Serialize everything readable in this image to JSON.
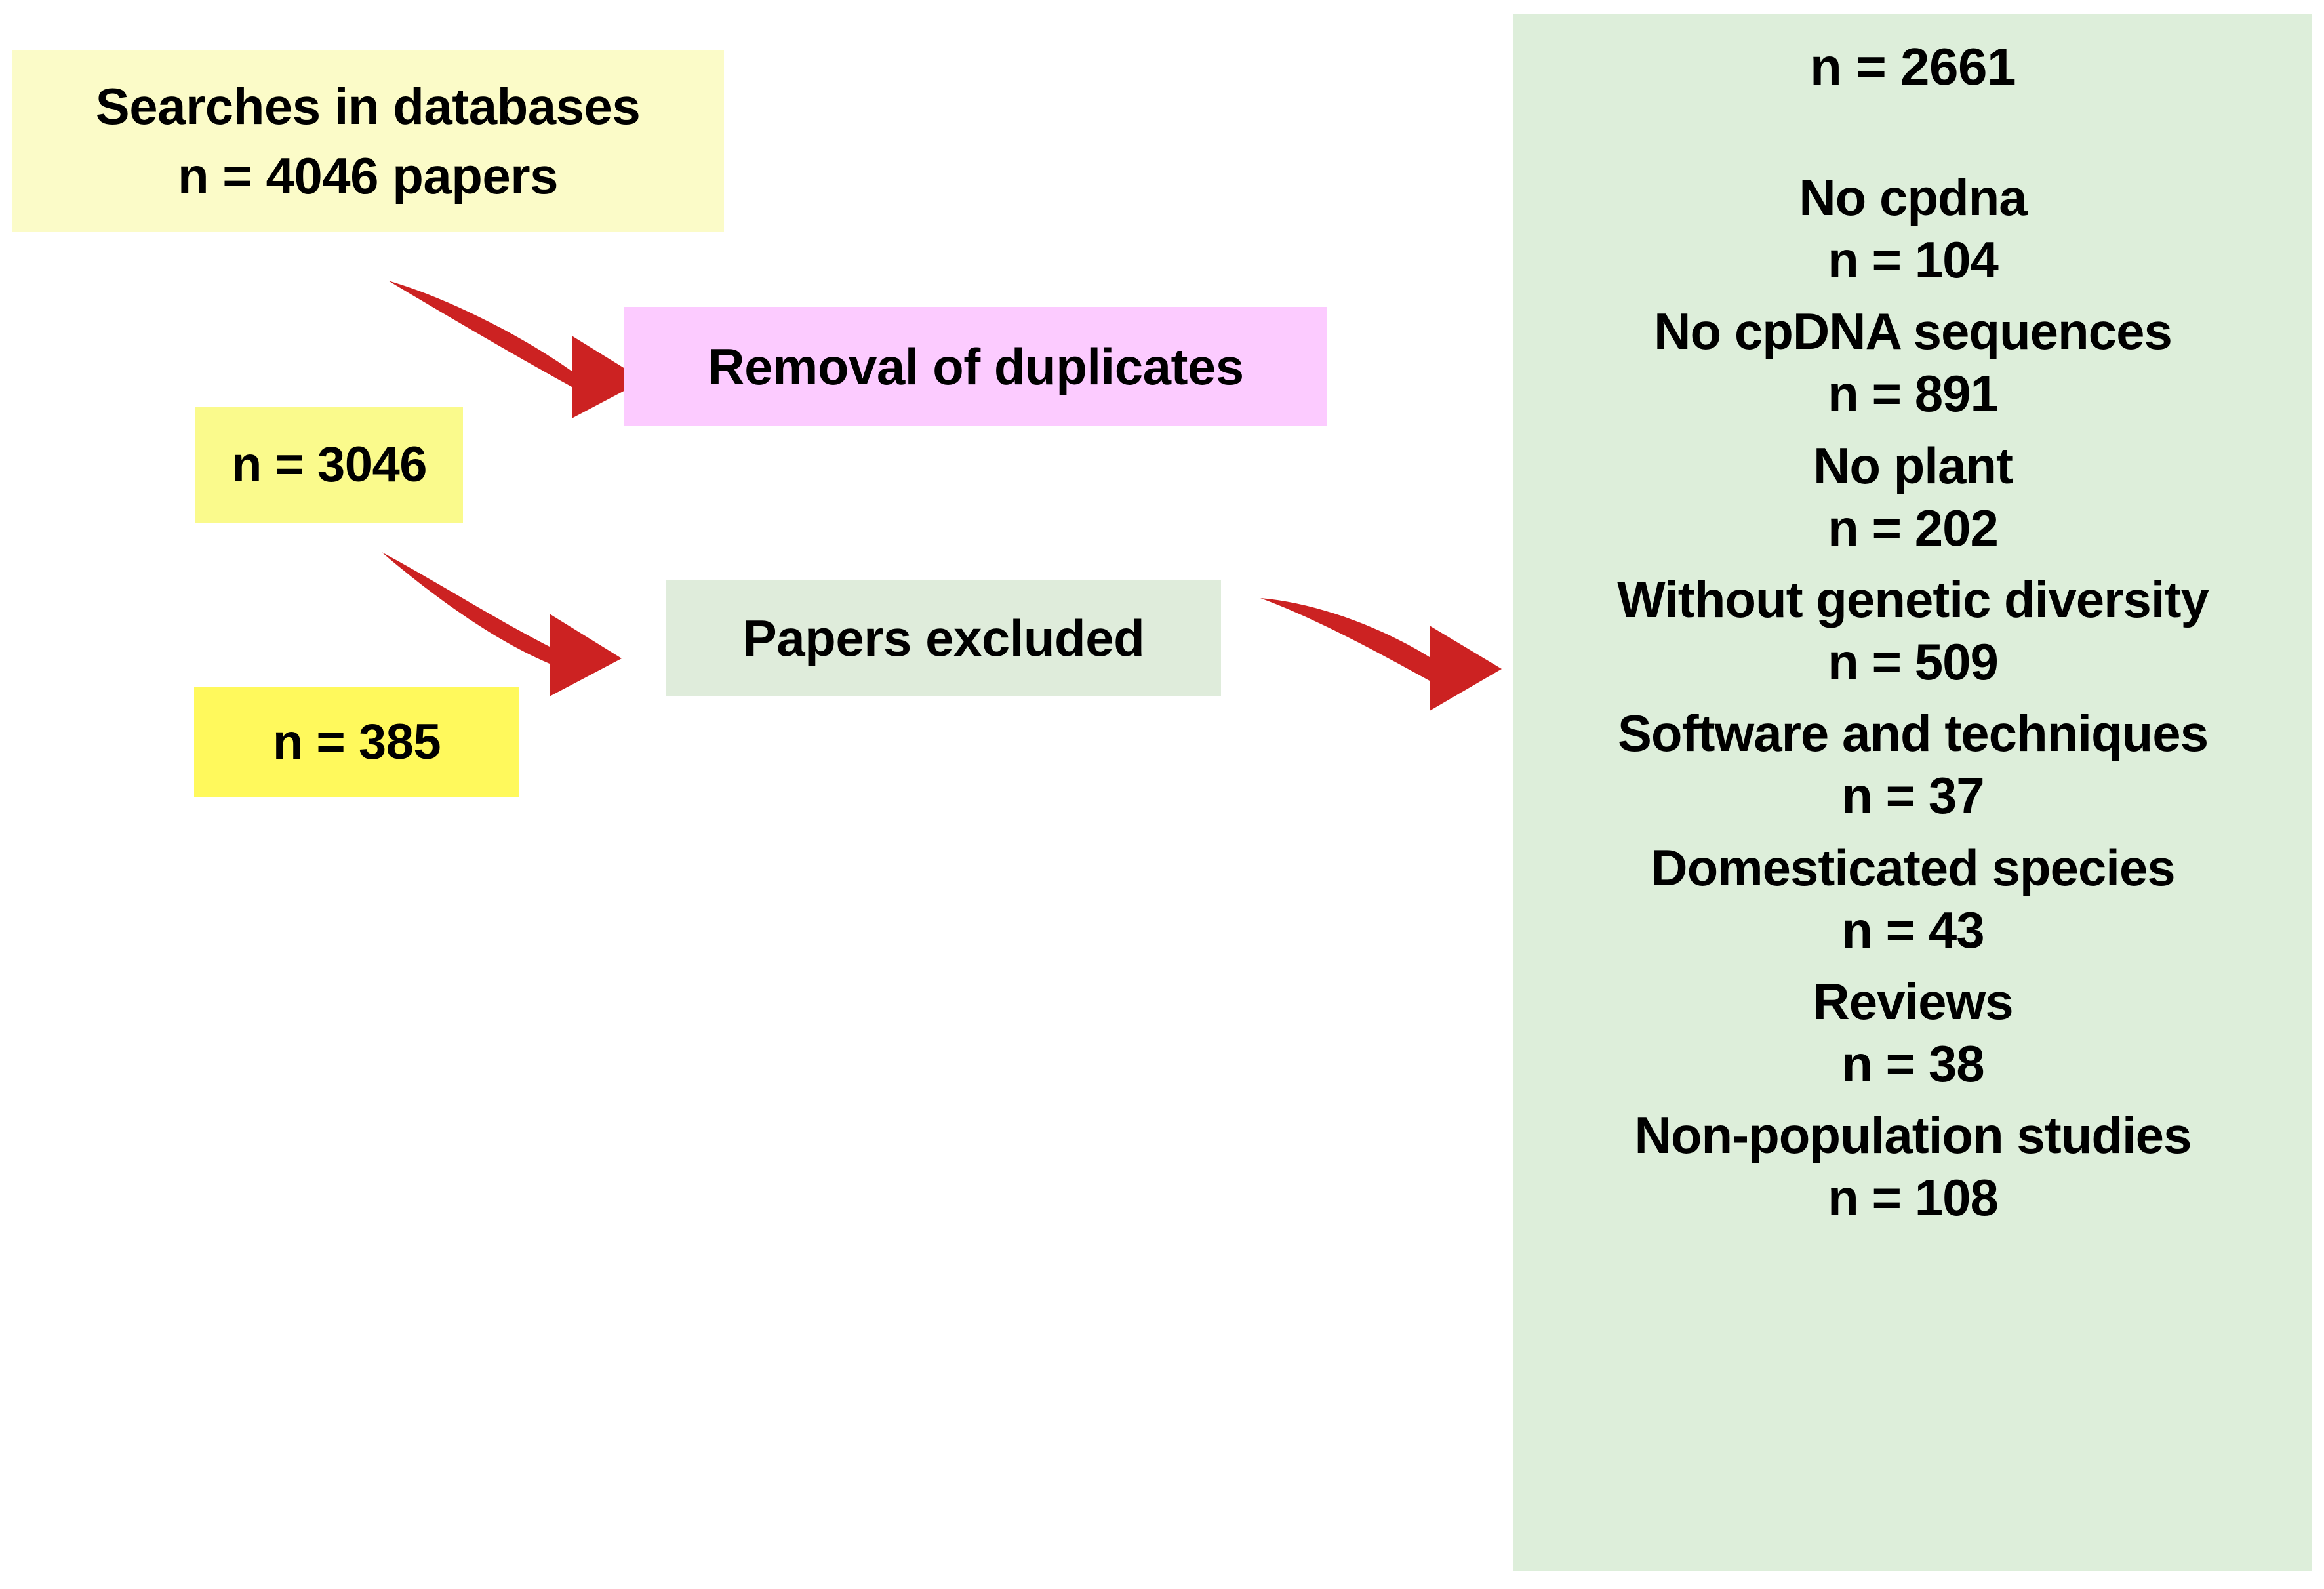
{
  "figure": {
    "type": "flowchart",
    "title": "Literature screening flow diagram",
    "colors": {
      "pale_yellow": "#fbfbc8",
      "yellow": "#fafa8c",
      "bright_yellow": "#fff95c",
      "pink": "#fccbff",
      "light_green": "#dfecdb",
      "panel_green": "#ddeeda",
      "arrow_red": "#cc2222",
      "text": "#000000"
    }
  },
  "nodes": {
    "search": {
      "line1": "Searches in databases",
      "line2": "n = 4046 papers"
    },
    "duplicates": {
      "label": "Removal of duplicates"
    },
    "after_duplicates": {
      "label": "n = 3046"
    },
    "papers_excluded": {
      "label": "Papers excluded"
    },
    "included": {
      "label": "n = 385"
    }
  },
  "exclusion_panel": {
    "total": "n = 2661",
    "reasons": [
      {
        "label": "No cpdna",
        "count": "n = 104"
      },
      {
        "label": "No cpDNA sequences",
        "count": "n = 891"
      },
      {
        "label": "No plant",
        "count": "n = 202"
      },
      {
        "label": "Without genetic diversity",
        "count": "n = 509"
      },
      {
        "label": "Software and techniques",
        "count": "n = 37"
      },
      {
        "label": "Domesticated species",
        "count": "n = 43"
      },
      {
        "label": "Reviews",
        "count": "n = 38"
      },
      {
        "label": "Non-population studies",
        "count": "n = 108"
      }
    ]
  },
  "arrows": [
    {
      "name": "arrow-search-to-duplicates"
    },
    {
      "name": "arrow-n3046-to-excluded"
    },
    {
      "name": "arrow-excluded-to-panel"
    }
  ]
}
